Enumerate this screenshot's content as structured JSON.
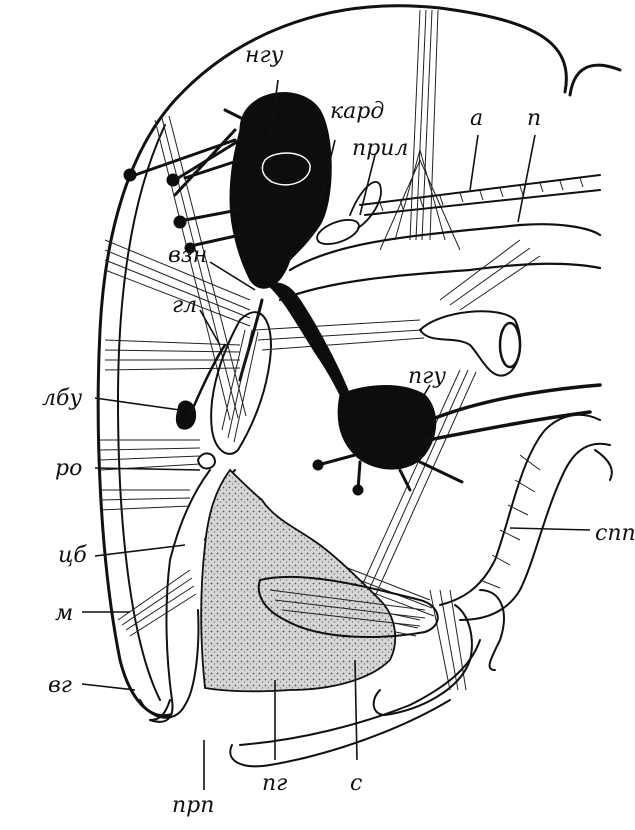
{
  "labels": {
    "ngu": "нгу",
    "kard": "кард",
    "a": "а",
    "p": "п",
    "pril": "прил",
    "vzn": "взн",
    "gl": "гл",
    "pgu": "пгу",
    "lbu": "лбу",
    "ro": "ро",
    "spp": "спп",
    "tsb": "цб",
    "m": "м",
    "vg": "вг",
    "prp": "прп",
    "pg": "пг",
    "s": "с"
  },
  "colors": {
    "ink": "#111111",
    "background": "#ffffff",
    "stipple": "#c9c9c9"
  }
}
